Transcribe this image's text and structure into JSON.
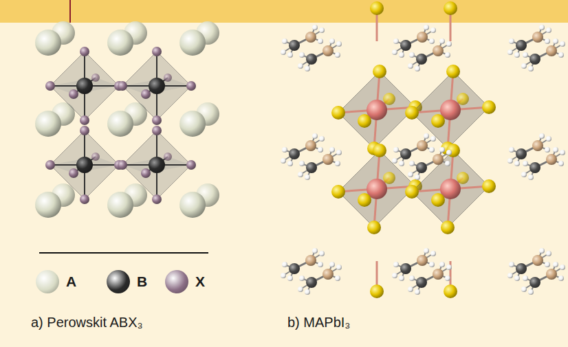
{
  "diagram": {
    "labels": [
      "a) Perowskit ABX₃",
      "b) MAPbI₃"
    ],
    "legend": [
      {
        "text": "A",
        "color": "#d9dcc6"
      },
      {
        "text": "B",
        "color": "#2b2b2b"
      },
      {
        "text": "X",
        "color": "#8c6f86"
      }
    ]
  }
}
